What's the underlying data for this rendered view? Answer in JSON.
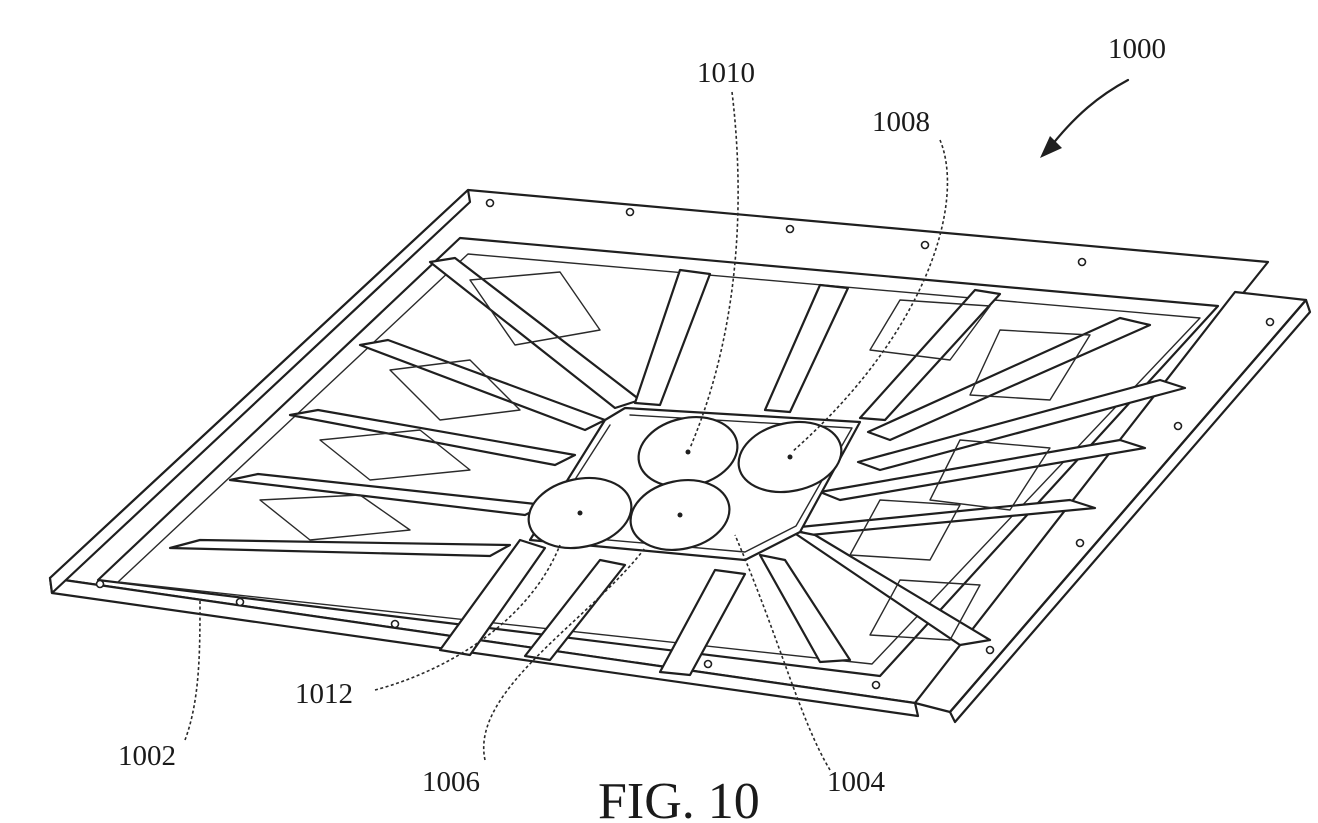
{
  "figure": {
    "caption": "FIG. 10",
    "reference_numerals": {
      "assembly": "1000",
      "frame": "1002",
      "center_plate": "1004",
      "disc_front": "1006",
      "disc_right": "1008",
      "disc_back": "1010",
      "disc_left": "1012"
    }
  }
}
